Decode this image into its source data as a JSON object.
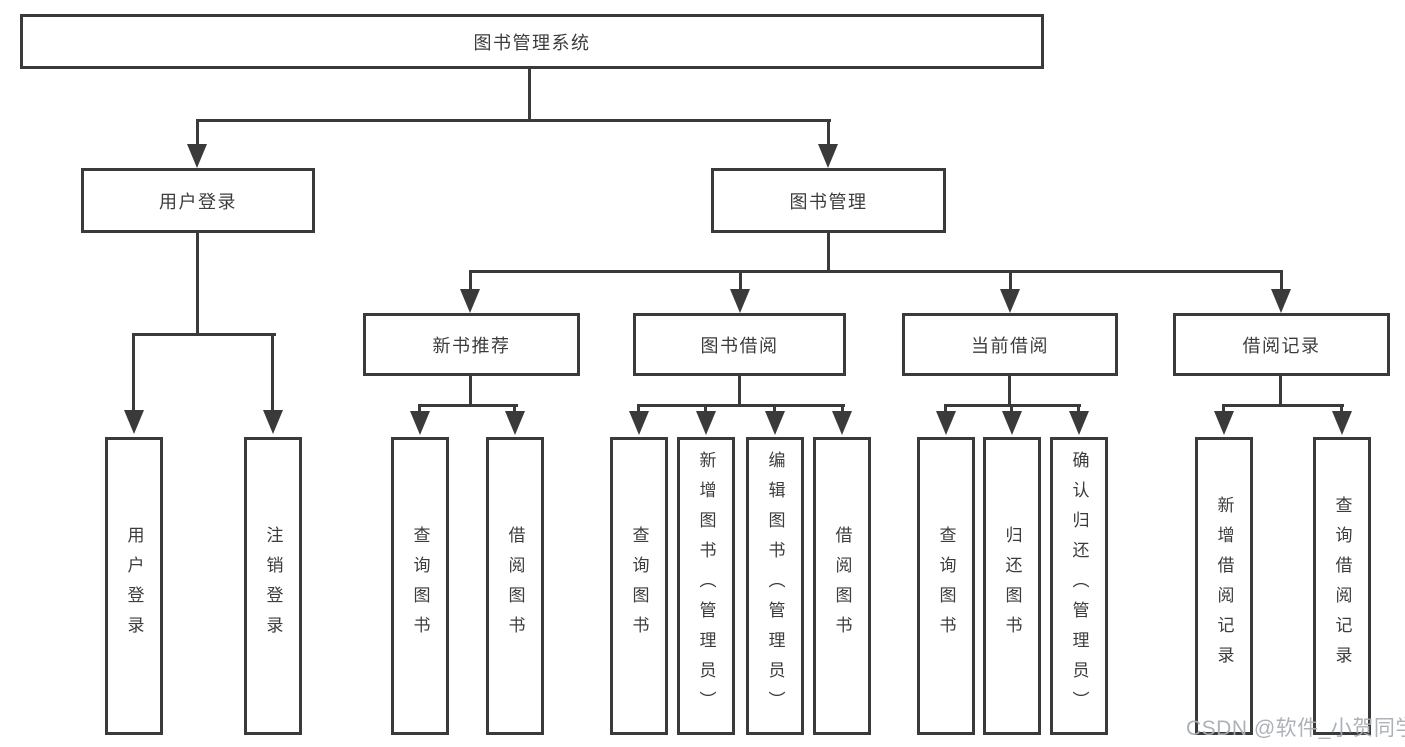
{
  "diagram_type": "hierarchy-tree",
  "colors": {
    "background": "#ffffff",
    "line": "#3a3a3a",
    "box_border": "#3a3a3a",
    "text": "#3c3c3c",
    "watermark": "#a9aeb5"
  },
  "tree": {
    "label": "图书管理系统",
    "children": [
      {
        "label": "用户登录",
        "children": [
          {
            "label": "用户登录"
          },
          {
            "label": "注销登录"
          }
        ]
      },
      {
        "label": "图书管理",
        "children": [
          {
            "label": "新书推荐",
            "children": [
              {
                "label": "查询图书"
              },
              {
                "label": "借阅图书"
              }
            ]
          },
          {
            "label": "图书借阅",
            "children": [
              {
                "label": "查询图书"
              },
              {
                "label": "新增图书（管理员）"
              },
              {
                "label": "编辑图书（管理员）"
              },
              {
                "label": "借阅图书"
              }
            ]
          },
          {
            "label": "当前借阅",
            "children": [
              {
                "label": "查询图书"
              },
              {
                "label": "归还图书"
              },
              {
                "label": "确认归还（管理员）"
              }
            ]
          },
          {
            "label": "借阅记录",
            "children": [
              {
                "label": "新增借阅记录"
              },
              {
                "label": "查询借阅记录"
              }
            ]
          }
        ]
      }
    ]
  },
  "watermark": {
    "text": "CSDN @软件_小贺同学"
  }
}
